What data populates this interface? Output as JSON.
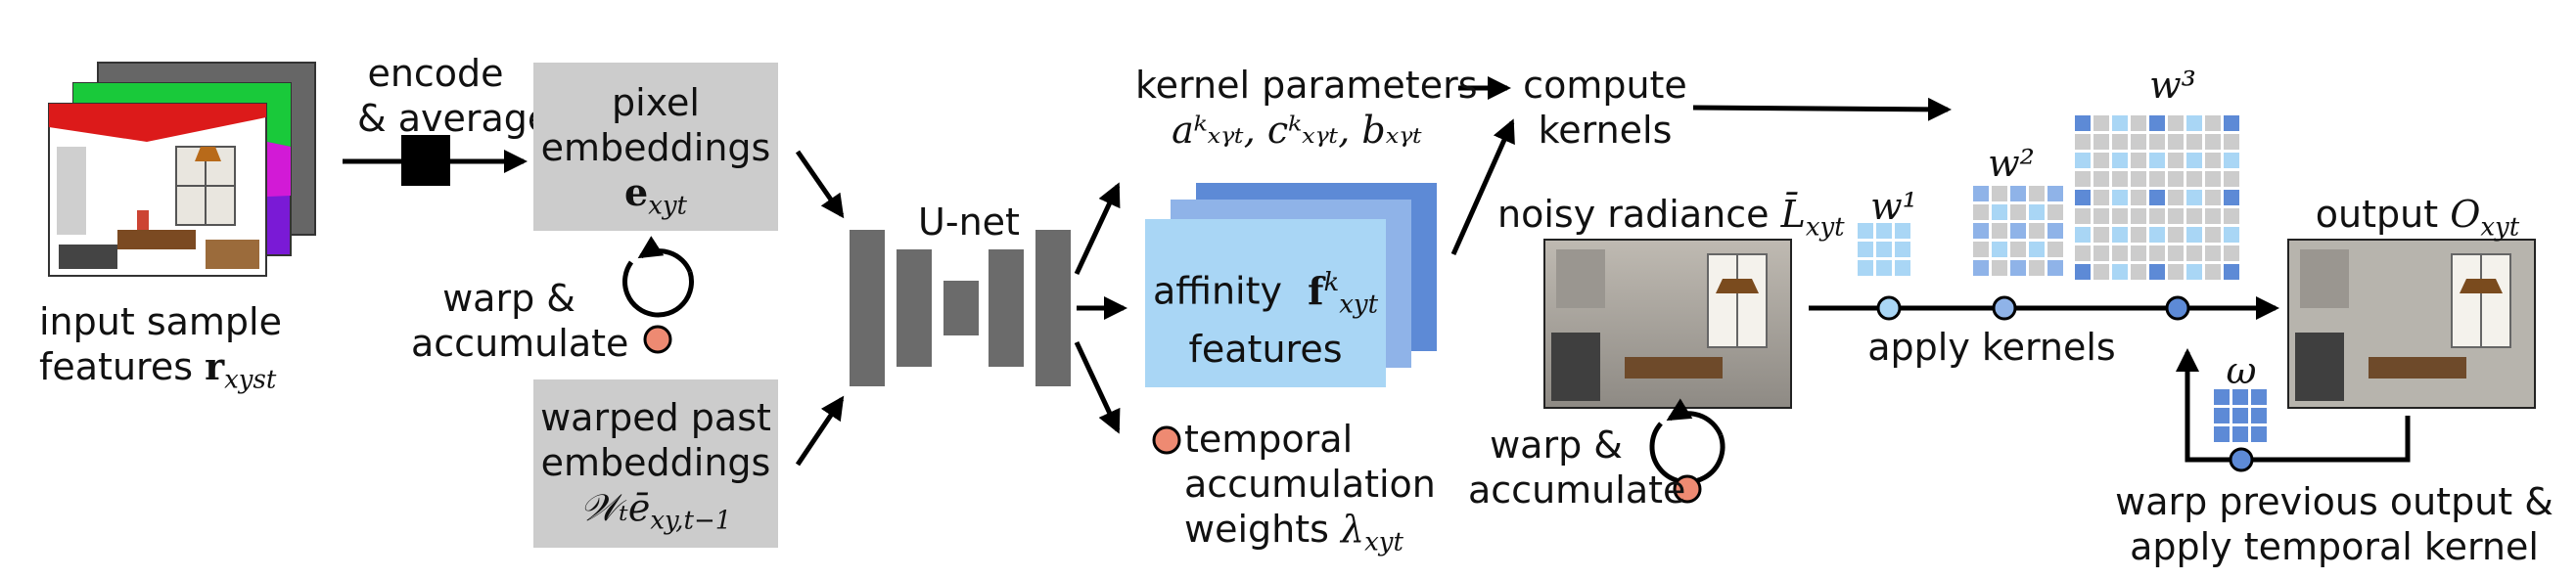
{
  "input": {
    "line1": "input sample",
    "line2_text": "features",
    "line2_math": "r",
    "line2_sub": "xyst"
  },
  "encode": {
    "line1": "encode",
    "line2": "& average"
  },
  "pixel_emb": {
    "line1": "pixel",
    "line2": "embeddings",
    "math": "e",
    "sub": "xyt"
  },
  "warp1": {
    "line1": "warp &",
    "line2": "accumulate"
  },
  "past_emb": {
    "line1": "warped past",
    "line2": "embeddings",
    "math": "𝒲ₜē",
    "sub": "xy,t−1"
  },
  "unet": {
    "label": "U-net"
  },
  "kernel_params": {
    "line1": "kernel parameters",
    "math": "aᵏₓᵧₜ, cᵏₓᵧₜ, bₓᵧₜ"
  },
  "affinity": {
    "line1": "affinity",
    "line2": "features",
    "math": "f",
    "sup": "k",
    "sub": "xyt"
  },
  "temporal": {
    "line1": "temporal",
    "line2": "accumulation",
    "line3": "weights",
    "math": "λ",
    "sub": "xyt"
  },
  "compute": {
    "line1": "compute",
    "line2": "kernels"
  },
  "noisy": {
    "text": "noisy radiance",
    "math": "L̄",
    "sub": "xyt"
  },
  "apply": {
    "label": "apply kernels"
  },
  "w_labels": {
    "w1": "w¹",
    "w2": "w²",
    "w3": "w³",
    "omega": "ω"
  },
  "output": {
    "text": "output",
    "math": "O",
    "sub": "xyt"
  },
  "warp2": {
    "line1": "warp &",
    "line2": "accumulate"
  },
  "warp_prev": {
    "line1": "warp previous output &",
    "line2": "apply temporal kernel"
  },
  "colors": {
    "light_blue": "#a9d6f5",
    "mid_blue": "#8fb3e8",
    "dark_blue": "#5d8ad6",
    "gray": "#cccccc",
    "dark_gray": "#6b6b6b",
    "orange": "#ee8a72"
  }
}
